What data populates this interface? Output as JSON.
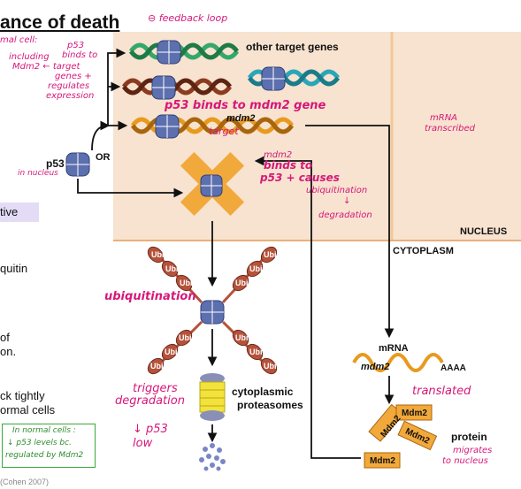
{
  "title": "ance of death",
  "feedback_note": "⊖ feedback loop",
  "left_notes": {
    "normal_cell": "mal cell:",
    "p53_line1": "p53",
    "p53_line2": "binds to",
    "including": "including",
    "mdm2": "Mdm2 ← target",
    "genes": "genes +",
    "regulates": "regulates",
    "expression": "expression"
  },
  "labels": {
    "other_target_genes": "other target genes",
    "p53_binds_mdm2_gene": "p53 binds to mdm2 gene",
    "mdm2_gene": "mdm2",
    "target": "target",
    "mrna_transcribed_1": "mRNA",
    "mrna_transcribed_2": "transcribed",
    "p53": "p53",
    "in_nucleus": "in nucleus",
    "or": "OR",
    "mdm2_binds_1": "mdm2",
    "mdm2_binds_2": "binds to",
    "mdm2_binds_3": "p53 + causes",
    "ubiquitination_small": "ubiquitination",
    "arrow_down": "↓",
    "degradation_small": "degradation",
    "nucleus": "NUCLEUS",
    "cytoplasm": "CYTOPLASM",
    "ubiquitination": "ubiquitination",
    "triggers_1": "triggers",
    "triggers_2": "degradation",
    "cytoplasmic": "cytoplasmic",
    "proteasomes": "proteasomes",
    "p53_low_1": "↓ p53",
    "p53_low_2": "low",
    "mrna": "mRNA",
    "mdm2_mrna": "mdm2",
    "aaaa": "AAAA",
    "translated": "translated",
    "protein": "protein",
    "migrates_1": "migrates",
    "migrates_2": "to nucleus",
    "ubi": "Ubi",
    "mdm2_protein": "Mdm2"
  },
  "cut_text": {
    "tive": "tive",
    "quitin": "quitin",
    "of": "of",
    "on": "on.",
    "ck_tightly": "ck tightly",
    "ormal_cells": "ormal cells",
    "bottom": "(Cohen 2007)"
  },
  "green_note": {
    "line1": "In normal cells :",
    "line2": "↓ p53 levels bc.",
    "line3": "regulated by Mdm2"
  },
  "colors": {
    "nucleus": "#f7e3cf",
    "dna_green": "#34a86a",
    "dna_brown": "#8c3b1f",
    "dna_teal": "#2aa6b8",
    "dna_orange": "#e89a1f",
    "p53_blue": "#5c6fae",
    "mdm2_orange": "#f2a93b",
    "ubi_brown": "#b5523a",
    "handwriting": "#d6177a"
  }
}
